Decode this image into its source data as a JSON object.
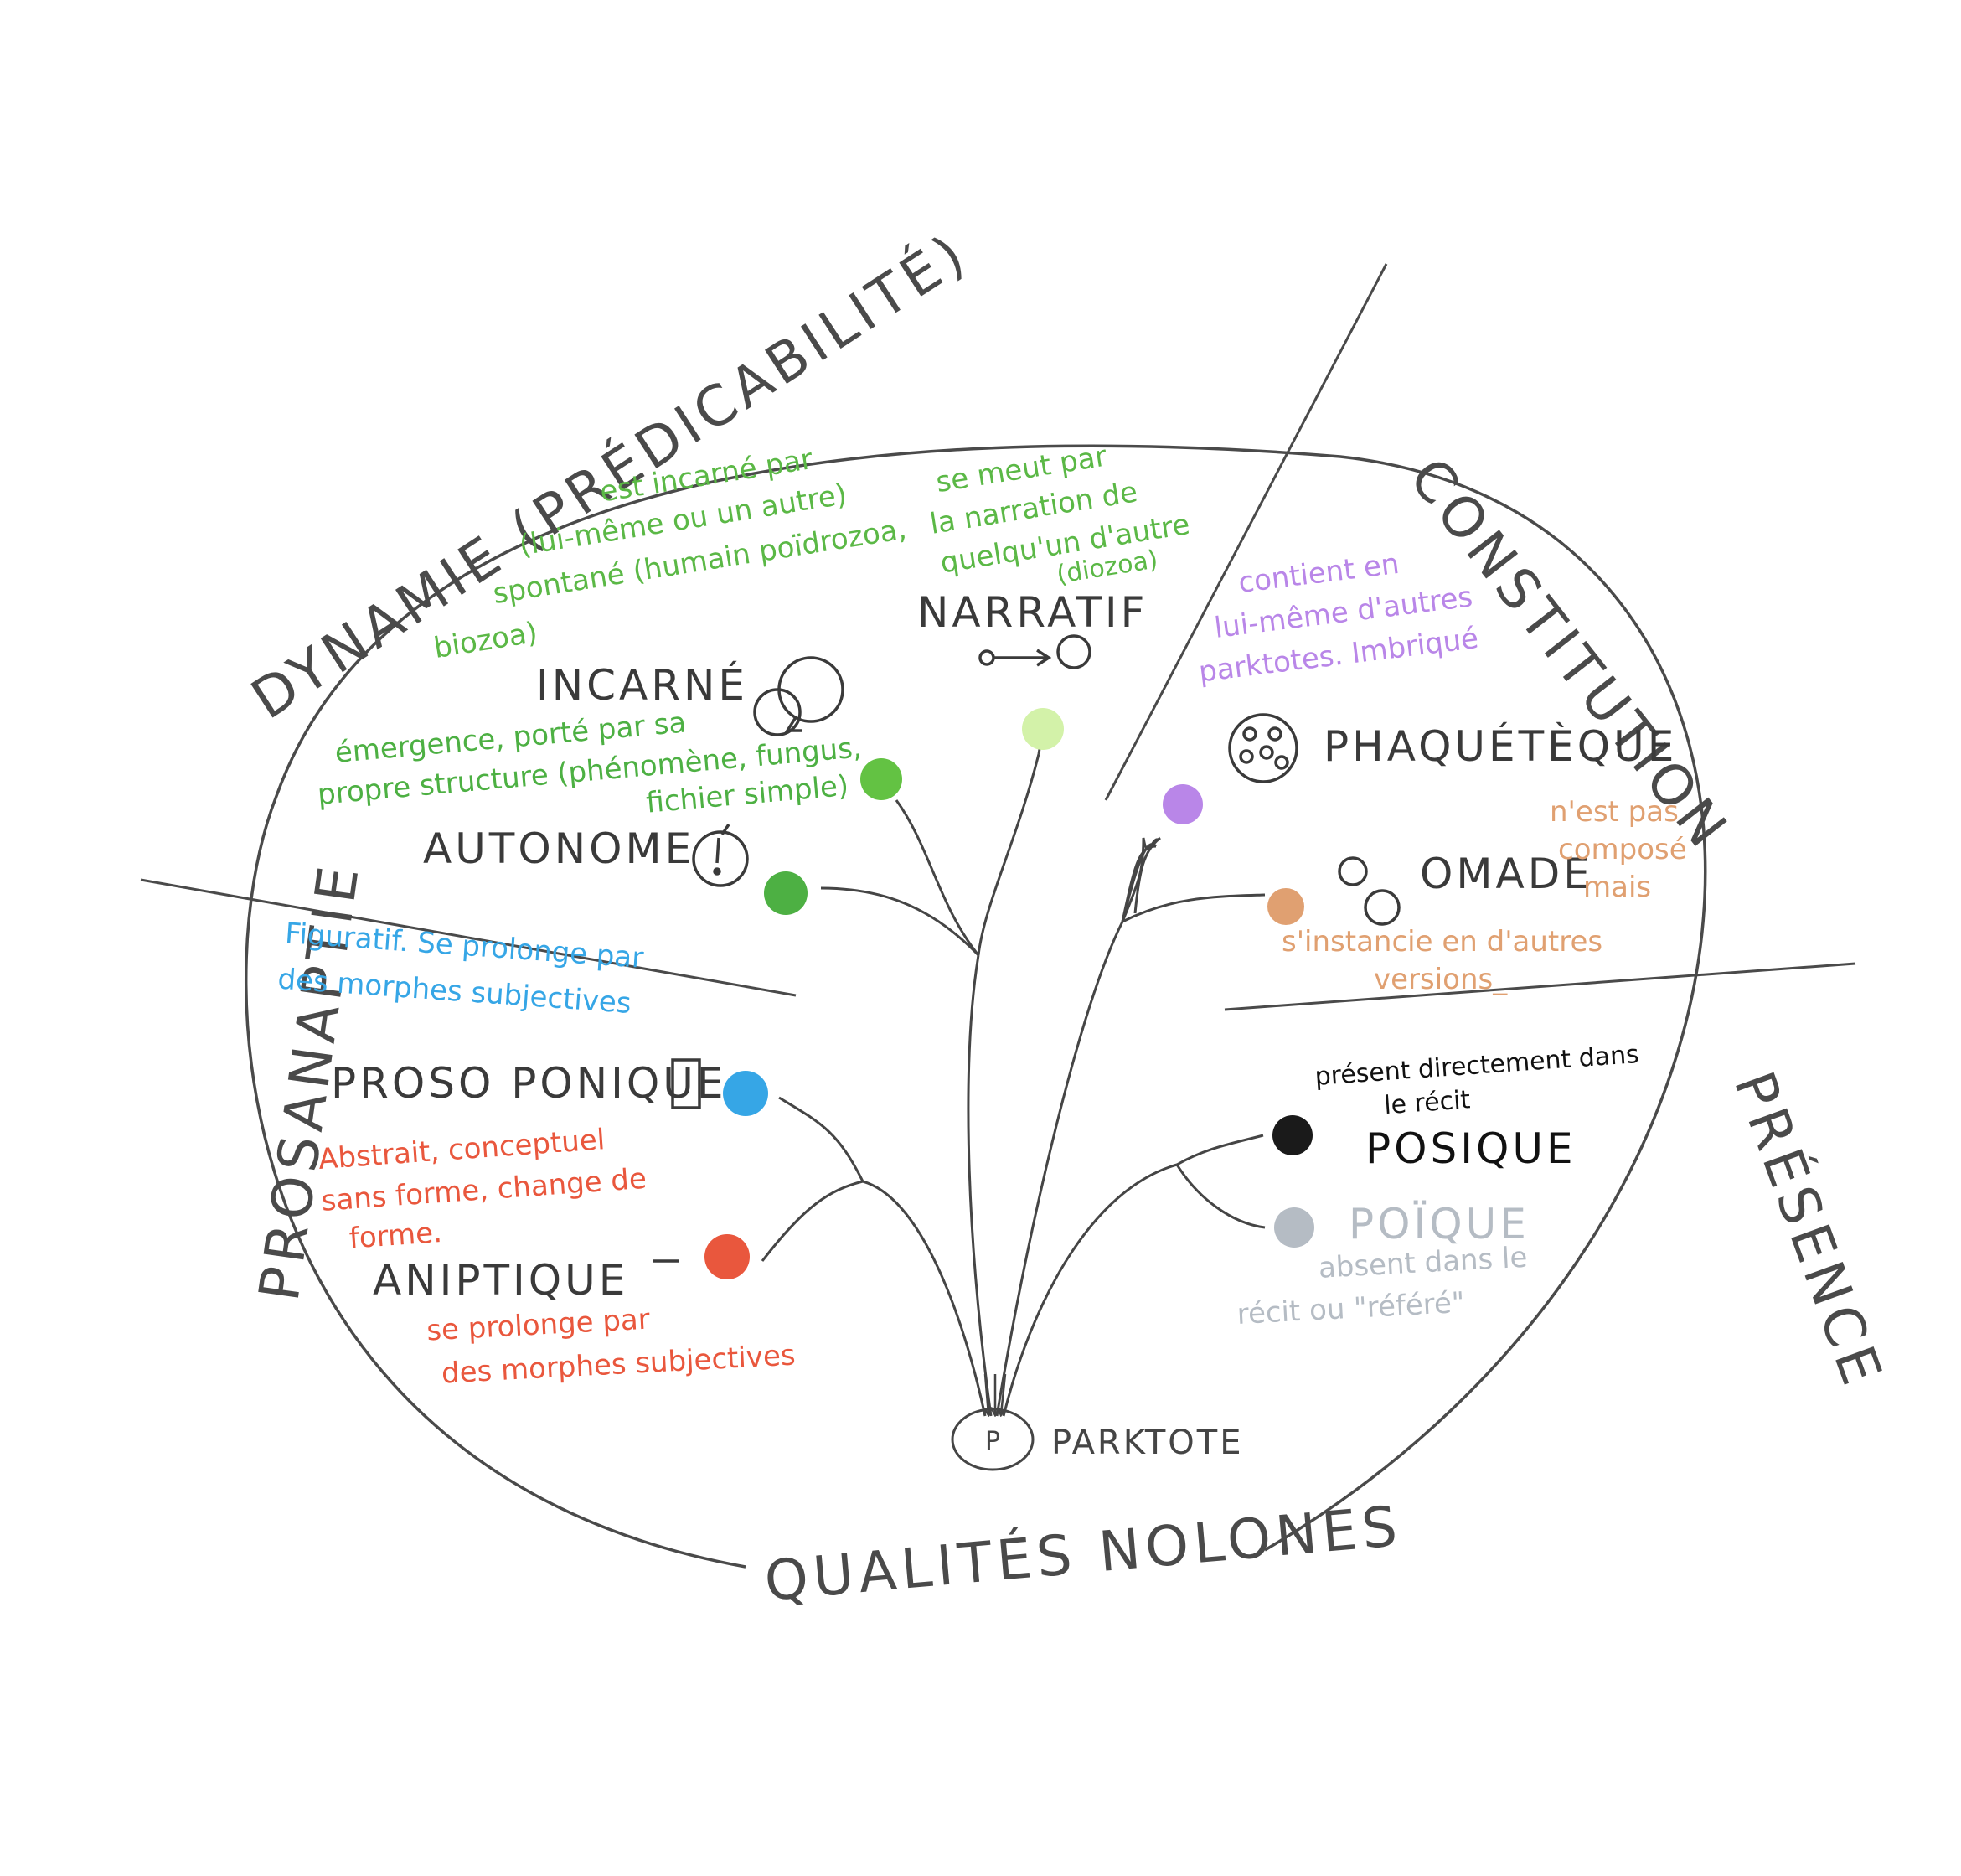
{
  "colors": {
    "ink": "#454545",
    "green_dark": "#4db043",
    "green_mid": "#63c243",
    "green_light": "#d3f2a9",
    "green_text": "#5bb846",
    "purple": "#b986e8",
    "orange": "#e0a071",
    "blue": "#36a6e6",
    "red": "#e9573d",
    "black": "#1a1a1a",
    "gray": "#b5bcc4"
  },
  "categories": {
    "dynamie": "DYNAMIE (PRÉDICABILITÉ)",
    "constitution": "CONSTITUTION",
    "presence": "PRÉSENCE",
    "prosanaptie": "PROSANAPTIE",
    "qualites": "QUALITÉS NOLONES"
  },
  "nodes": {
    "incarne": "INCARNÉ",
    "narratif": "NARRATIF",
    "autonome": "AUTONOME",
    "phaqueteque": "PHAQUÉTÈQUE",
    "omade": "OMADE",
    "prosoponique": "PROSO PONIQUE",
    "aniptique": "ANIPTIQUE",
    "posique": "POSIQUE",
    "poique": "POÏQUE",
    "root_letter": "P",
    "root": "PARKTOTE"
  },
  "notes": {
    "incarne": [
      "est incarné par",
      "(lui-même ou un autre)",
      "spontané (humain poïdrozoa,",
      "biozoa)"
    ],
    "narratif": [
      "se meut par",
      "la narration de",
      "quelqu'un d'autre",
      "(diozoa)"
    ],
    "autonome": [
      "émergence, porté par sa",
      "propre structure (phénomène, fungus,",
      "fichier simple)"
    ],
    "phaqueteque": [
      "contient en",
      "lui-même d'autres",
      "parktotes. Imbriqué"
    ],
    "omade": [
      "n'est pas",
      "composé",
      "mais",
      "s'instancie en d'autres",
      "versions_"
    ],
    "prosoponique": [
      "Figuratif. Se prolonge par",
      "des morphes subjectives"
    ],
    "aniptique_top": [
      "Abstrait, conceptuel",
      "sans forme, change de",
      "forme."
    ],
    "aniptique_bottom": [
      "se prolonge par",
      "des morphes subjectives"
    ],
    "posique": [
      "présent directement dans",
      "le récit"
    ],
    "poique": [
      "absent dans le",
      "récit ou \"référé\""
    ]
  }
}
